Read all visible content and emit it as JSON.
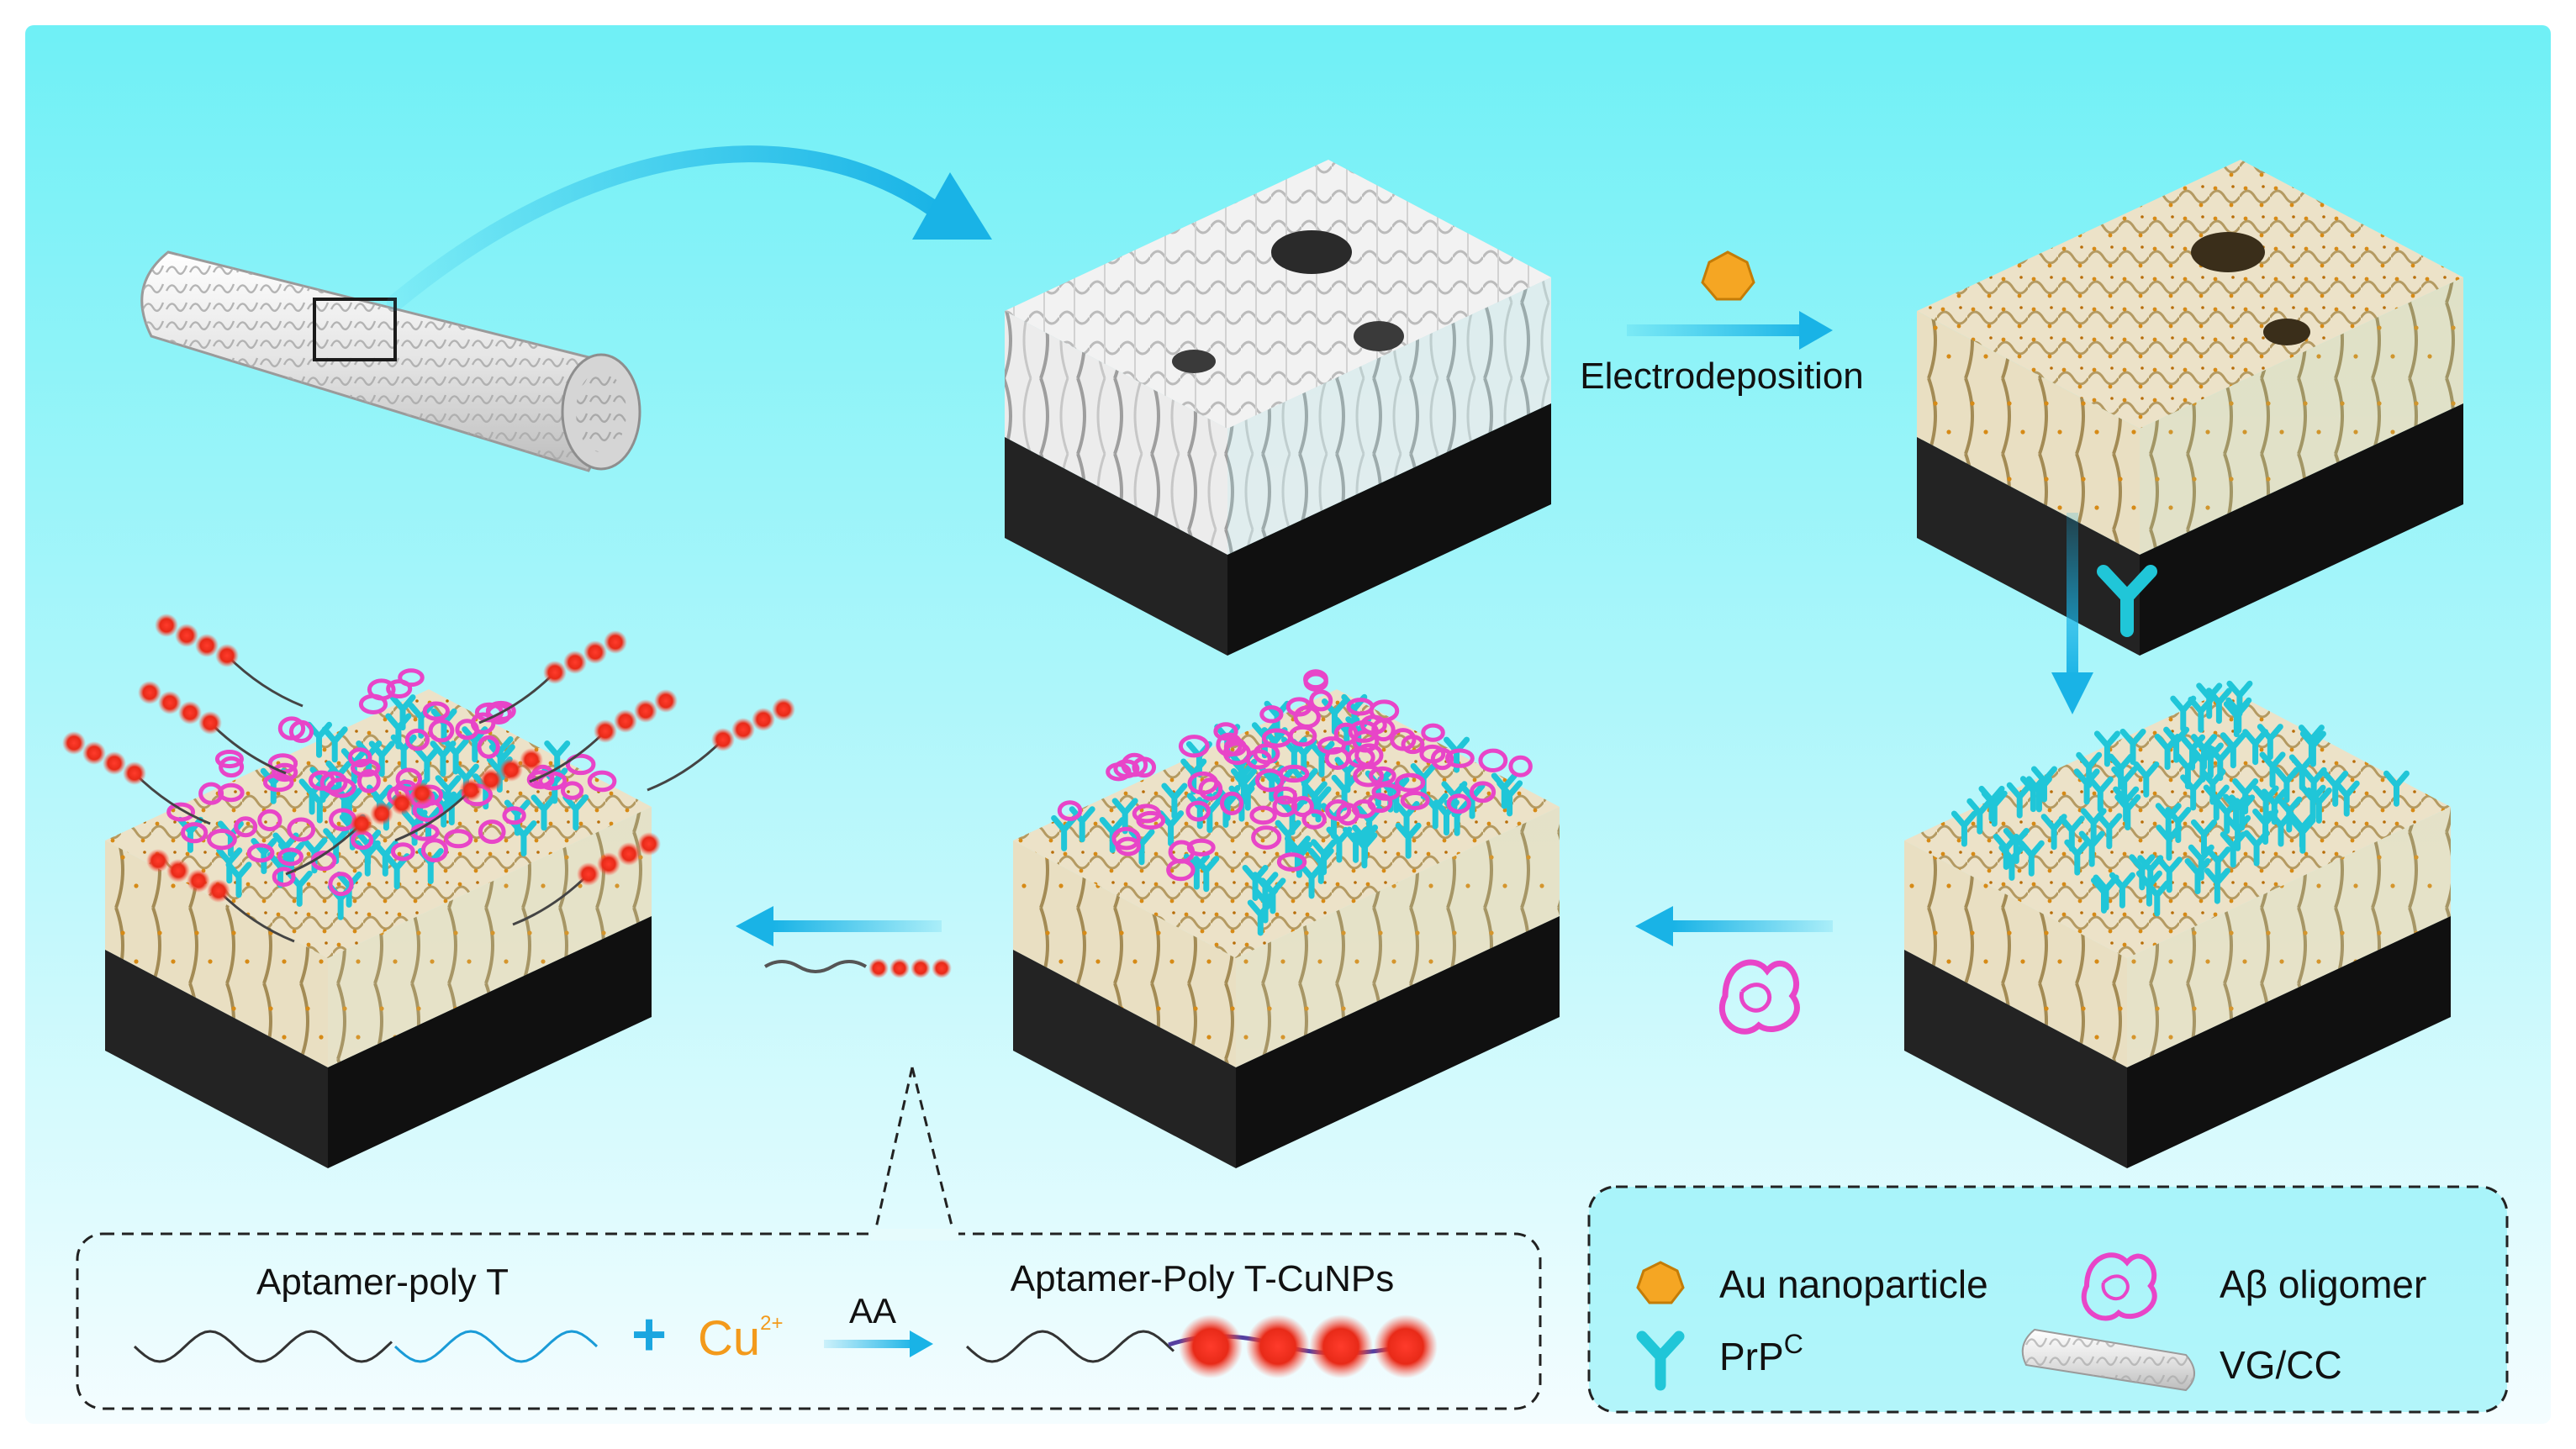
{
  "labels": {
    "electrodeposition": "Electrodeposition",
    "aa": "AA",
    "aptamer_poly_t": "Aptamer-poly T",
    "cu_symbol": "Cu",
    "cu_charge": "2+",
    "plus": "+",
    "aptamer_poly_t_cunps": "Aptamer-Poly T-CuNPs"
  },
  "legend": {
    "au": "Au nanoparticle",
    "prp_main": "PrP",
    "prp_sup": "C",
    "abeta": "Aβ oligomer",
    "vgcc": "VG/CC"
  },
  "colors": {
    "bg_top": "#6ff0f6",
    "bg_bottom": "#f2fdff",
    "arrow": "#19b3e6",
    "cube": "#1c1c1c",
    "gold": "#f5a623",
    "prp": "#20c6d8",
    "abeta": "#e845c8",
    "cunp": "#f2301f",
    "cu_text": "#f39a1b"
  }
}
